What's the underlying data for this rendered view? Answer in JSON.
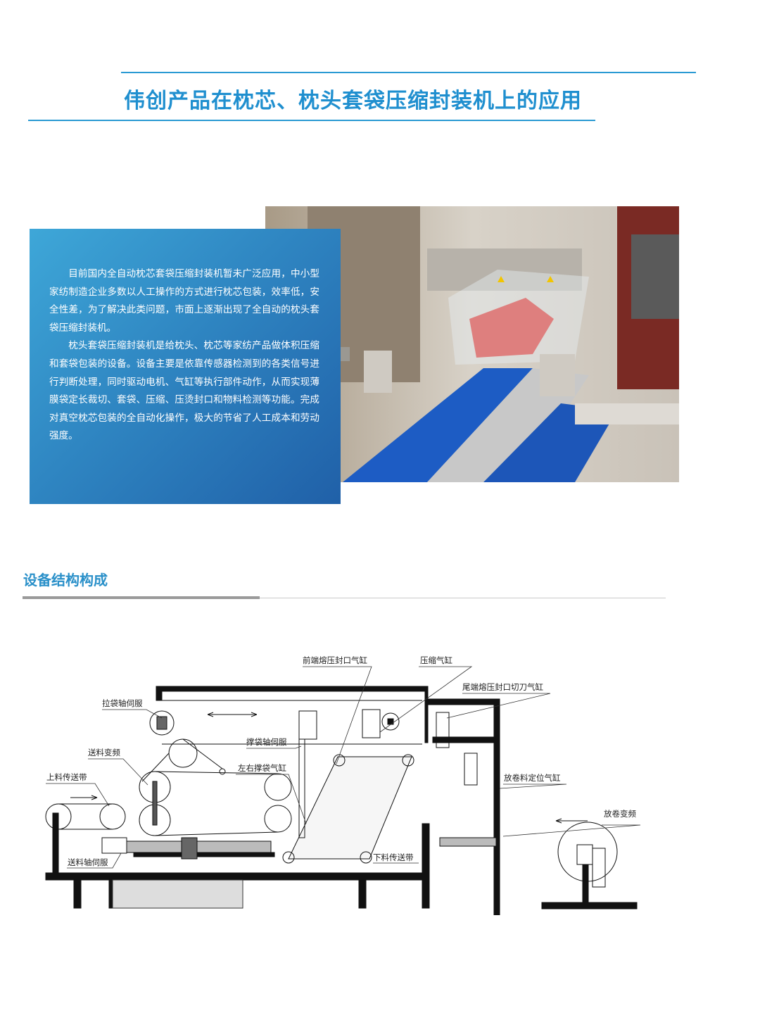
{
  "header": {
    "title": "伟创产品在枕芯、枕头套袋压缩封装机上的应用"
  },
  "intro": {
    "paragraphs": [
      "目前国内全自动枕芯套袋压缩封装机暂未广泛应用，中小型家纺制造企业多数以人工操作的方式进行枕芯包装，效率低，安全性差，为了解决此类问题，市面上逐渐出现了全自动的枕头套袋压缩封装机。",
      "枕头套袋压缩封装机是给枕头、枕芯等家纺产品做体积压缩和套袋包装的设备。设备主要是依靠传感器检测到的各类信号进行判断处理，同时驱动电机、气缸等执行部件动作，从而实现薄膜袋定长裁切、套袋、压缩、压烫封口和物料检测等功能。完成对真空枕芯包装的全自动化操作，极大的节省了人工成本和劳动强度。"
    ]
  },
  "structure": {
    "title": "设备结构构成",
    "labels": {
      "front_seal": "前端熔压封口气缸",
      "compress": "压缩气缸",
      "tail_seal": "尾端熔压封口切刀气缸",
      "pull_bag": "拉袋轴伺服",
      "open_bag": "撑袋轴伺服",
      "feed_vfd": "送料变频",
      "lr_cylinder": "左右撑袋气缸",
      "in_conveyor": "上料传送带",
      "unwind_pos": "放卷料定位气缸",
      "unwind_vfd": "放卷变频",
      "feed_servo": "送料轴伺服",
      "out_conveyor": "下料传送带"
    }
  },
  "colors": {
    "accent": "#1f8fcf",
    "box_start": "#3ea7d8",
    "box_end": "#2060a8"
  }
}
